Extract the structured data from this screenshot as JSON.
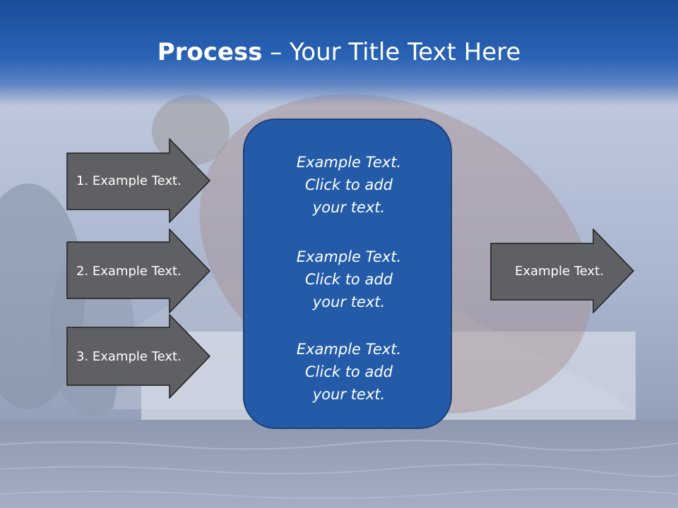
{
  "title": {
    "bold": "Process",
    "rest": " – Your Title Text Here"
  },
  "left_arrows": [
    {
      "label": "1. Example Text."
    },
    {
      "label": "2. Example Text."
    },
    {
      "label": "3. Example Text."
    }
  ],
  "center_box": {
    "items": [
      {
        "text": "Example Text.\nClick  to add\nyour text."
      },
      {
        "text": "Example Text.\nClick  to add\nyour text."
      },
      {
        "text": "Example Text.\nClick  to add\nyour text."
      }
    ]
  },
  "right_arrow": {
    "label": "Example Text."
  },
  "colors": {
    "title_band": "#1b4d9a",
    "arrow_fill": "#5f6063",
    "box_fill": "#245ba8",
    "box_border": "#1e3f78"
  }
}
